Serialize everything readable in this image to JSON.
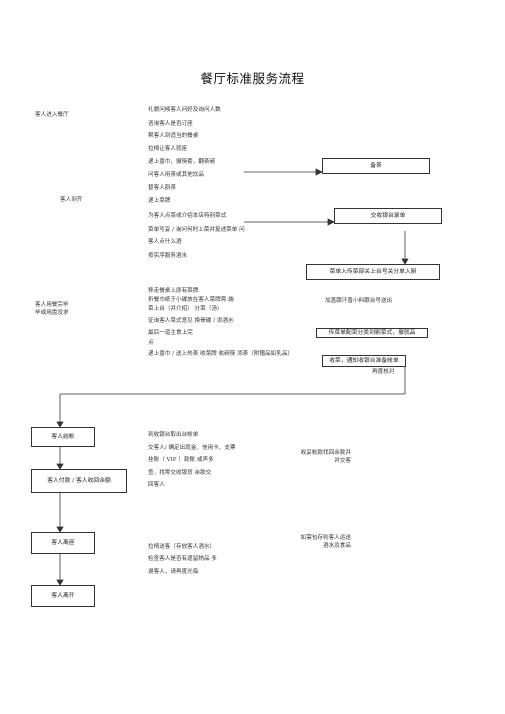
{
  "title": "餐厅标准服务流程",
  "left_labels": {
    "arrive": "客人进入餐厅",
    "seated": "客人到齐",
    "dining": "客人用餐完毕",
    "dining2": "毕或用盘没求"
  },
  "steps_block1": [
    "礼貌问候客人问好及询问人数",
    "咨询客人是否订座",
    "帮客人到适当的餐桌",
    "拉椅让客人就座",
    "递上香巾，撤筷套，翻茶碗",
    "问客人用茶或其他饮品",
    "替客人斟茶",
    "递上菜牌",
    "为客人点菜或介绍本店特别菜式",
    "菜单写妥 / 询问何时上菜并复述菜单 问",
    "客人点什么酒",
    "按实序服务酒水"
  ],
  "steps_block2": [
    "移走餐桌上原有菜牌",
    "折餐巾纸于小碟放在客人菜牌旁 端",
    "菜上台（并介绍） 分菜（汤）",
    "征询客人菜式意见 换骨碟 / 添酒水",
    "最后一道主食上完",
    "点",
    "递上香巾 / 送上热茶 收菜牌 收碗筷 添茶（附赠品如乳品）"
  ],
  "steps_block3": [
    "到收银台取出台帐单",
    "交客人/ 确定出现金、信用卡、支票",
    "挂账（    VIP  ）款账  或声多",
    "查，找零交收银员  余款交",
    "回客人"
  ],
  "steps_block4": [
    "拉椅送客（存放客人酒水）",
    "检查客人是否有遗留物品  多",
    "谢客人，请再度光临"
  ],
  "right_notes": {
    "kitchen_print": "加盖跟汗香小料跟台号送出",
    "cashier": "收妥帐款找回余款并",
    "cashier2": "并交客",
    "leftover1": "如需包存则客人运送",
    "leftover2": "酒水及食品",
    "check_bill": "再度核对"
  },
  "right_boxes": {
    "prepare": "备茶",
    "to_cashier": "交收银台录单",
    "to_kitchen": "菜单入传菜部关上台号关分单入厨",
    "server_side": "传菜单配菜分类到剔菜式，撤就品",
    "notify": "收菜，通知收银台准备帐单"
  },
  "left_boxes": {
    "bill": "客人结帐",
    "pay": "客人付款 / 客人收回余额",
    "leave": "客人离座",
    "exit": "客人离开"
  }
}
